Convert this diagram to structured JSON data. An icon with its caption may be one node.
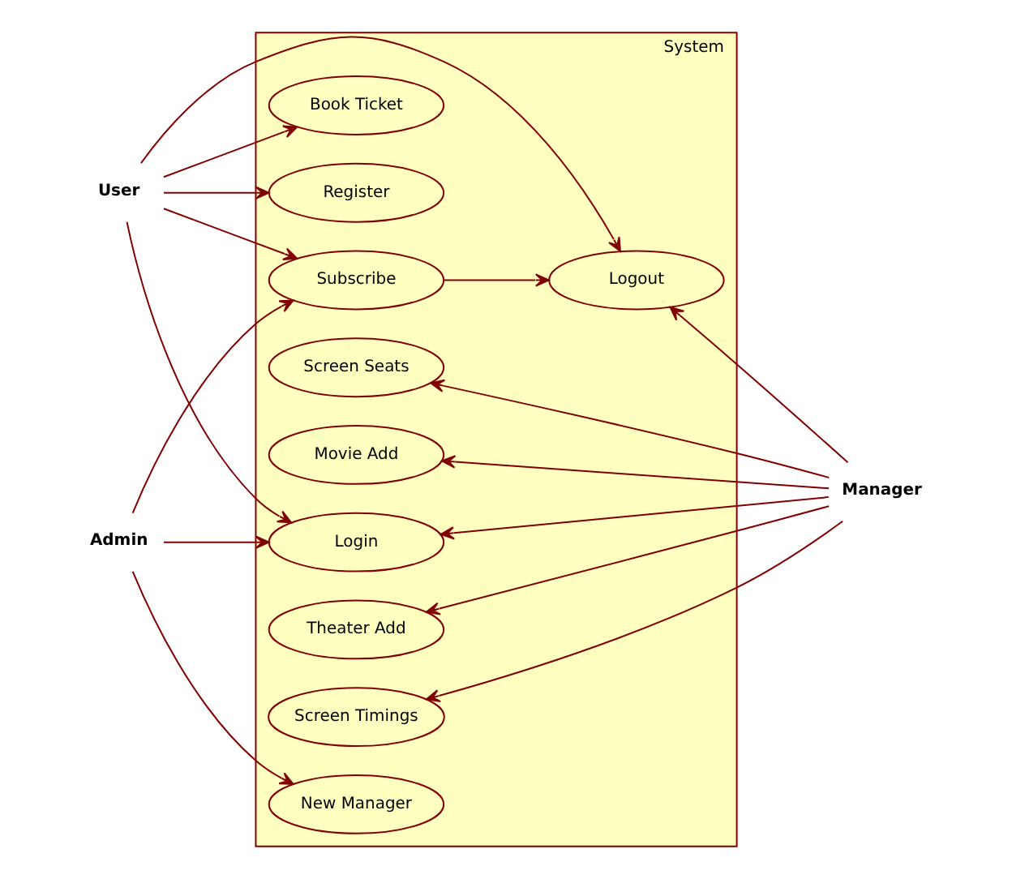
{
  "diagram": {
    "nodes": [
      {
        "text": [
          "System"
        ]
      },
      {
        "text": [
          "Register"
        ],
        "in": 0
      },
      {
        "text": [
          "Login"
        ],
        "in": 0
      },
      {
        "text": [
          "New Manager"
        ],
        "in": 0
      },
      {
        "text": [
          "Theater Add"
        ],
        "in": 0
      },
      {
        "text": [
          "Screen Timings"
        ],
        "in": 0
      },
      {
        "text": [
          "Screen Seats"
        ],
        "in": 0
      },
      {
        "text": [
          "Movie Add"
        ],
        "in": 0
      },
      {
        "text": [
          "Book Ticket"
        ],
        "in": 0
      },
      {
        "text": [
          "Subscribe"
        ],
        "in": 0
      },
      {
        "text": [
          "Logout"
        ],
        "in": 0
      },
      {
        "text": [
          "Admin"
        ]
      },
      {
        "text": [
          "User"
        ]
      },
      {
        "text": [
          "Manager"
        ]
      }
    ],
    "edges": [
      {
        "from": 11,
        "to": 2,
        "arrow": "to"
      },
      {
        "from": 11,
        "to": 3,
        "arrow": "to"
      },
      {
        "from": 11,
        "to": 9,
        "arrow": "to"
      },
      {
        "from": 12,
        "to": 1,
        "arrow": "to"
      },
      {
        "from": 12,
        "to": 2,
        "arrow": "to"
      },
      {
        "from": 12,
        "to": 8,
        "arrow": "to"
      },
      {
        "from": 12,
        "to": 9,
        "arrow": "to"
      },
      {
        "from": 12,
        "to": 10,
        "arrow": "to"
      },
      {
        "from": 13,
        "to": 2,
        "arrow": "to"
      },
      {
        "from": 13,
        "to": 4,
        "arrow": "to"
      },
      {
        "from": 13,
        "to": 5,
        "arrow": "to"
      },
      {
        "from": 13,
        "to": 6,
        "arrow": "to"
      },
      {
        "from": 13,
        "to": 7,
        "arrow": "to"
      },
      {
        "from": 13,
        "to": 10,
        "arrow": "to"
      },
      {
        "from": 9,
        "to": 10,
        "arrow": "to"
      }
    ]
  }
}
